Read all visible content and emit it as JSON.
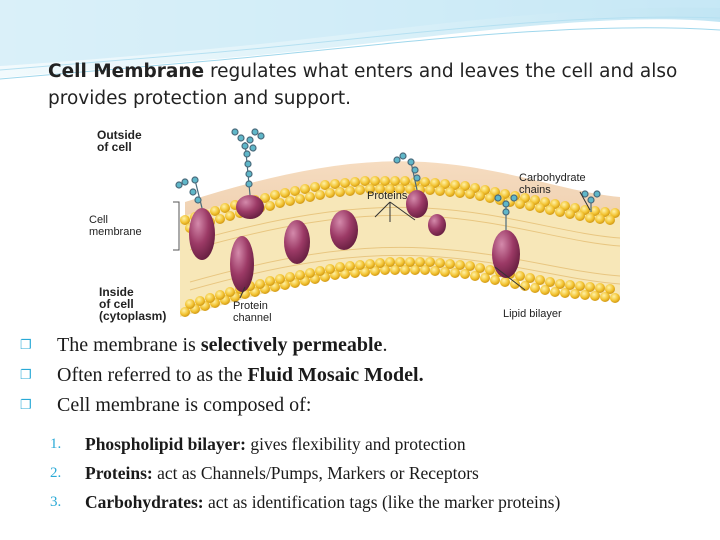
{
  "intro": {
    "term": "Cell Membrane",
    "text": " regulates what enters and leaves the cell and also provides protection and support."
  },
  "figure": {
    "labels": {
      "outside": "Outside of cell",
      "outside_line1": "Outside",
      "outside_line2": "of cell",
      "membrane_line1": "Cell",
      "membrane_line2": "membrane",
      "proteins": "Proteins",
      "carb_line1": "Carbohydrate",
      "carb_line2": "chains",
      "inside_line1": "Inside",
      "inside_line2": "of cell",
      "inside_line3": "(cytoplasm)",
      "channel_line1": "Protein",
      "channel_line2": "channel",
      "bilayer": "Lipid bilayer"
    }
  },
  "bullets": [
    {
      "pre": "The membrane is ",
      "bold": "selectively permeable",
      "post": "."
    },
    {
      "pre": "Often referred to as the ",
      "bold": "Fluid Mosaic Model.",
      "post": ""
    },
    {
      "pre": "Cell membrane is composed of:",
      "bold": "",
      "post": ""
    }
  ],
  "numbered": [
    {
      "num": "1.",
      "bold": "Phospholipid bilayer:",
      "text": " gives flexibility and protection"
    },
    {
      "num": "2.",
      "bold": "Proteins:",
      "text": " act as Channels/Pumps, Markers or Receptors"
    },
    {
      "num": "3.",
      "bold": "Carbohydrates:",
      "text": " act as identification tags (like the marker proteins)"
    }
  ],
  "colors": {
    "accent": "#2aa9d6",
    "lipid_head": "#f2c230",
    "protein": "#8a2f58"
  }
}
